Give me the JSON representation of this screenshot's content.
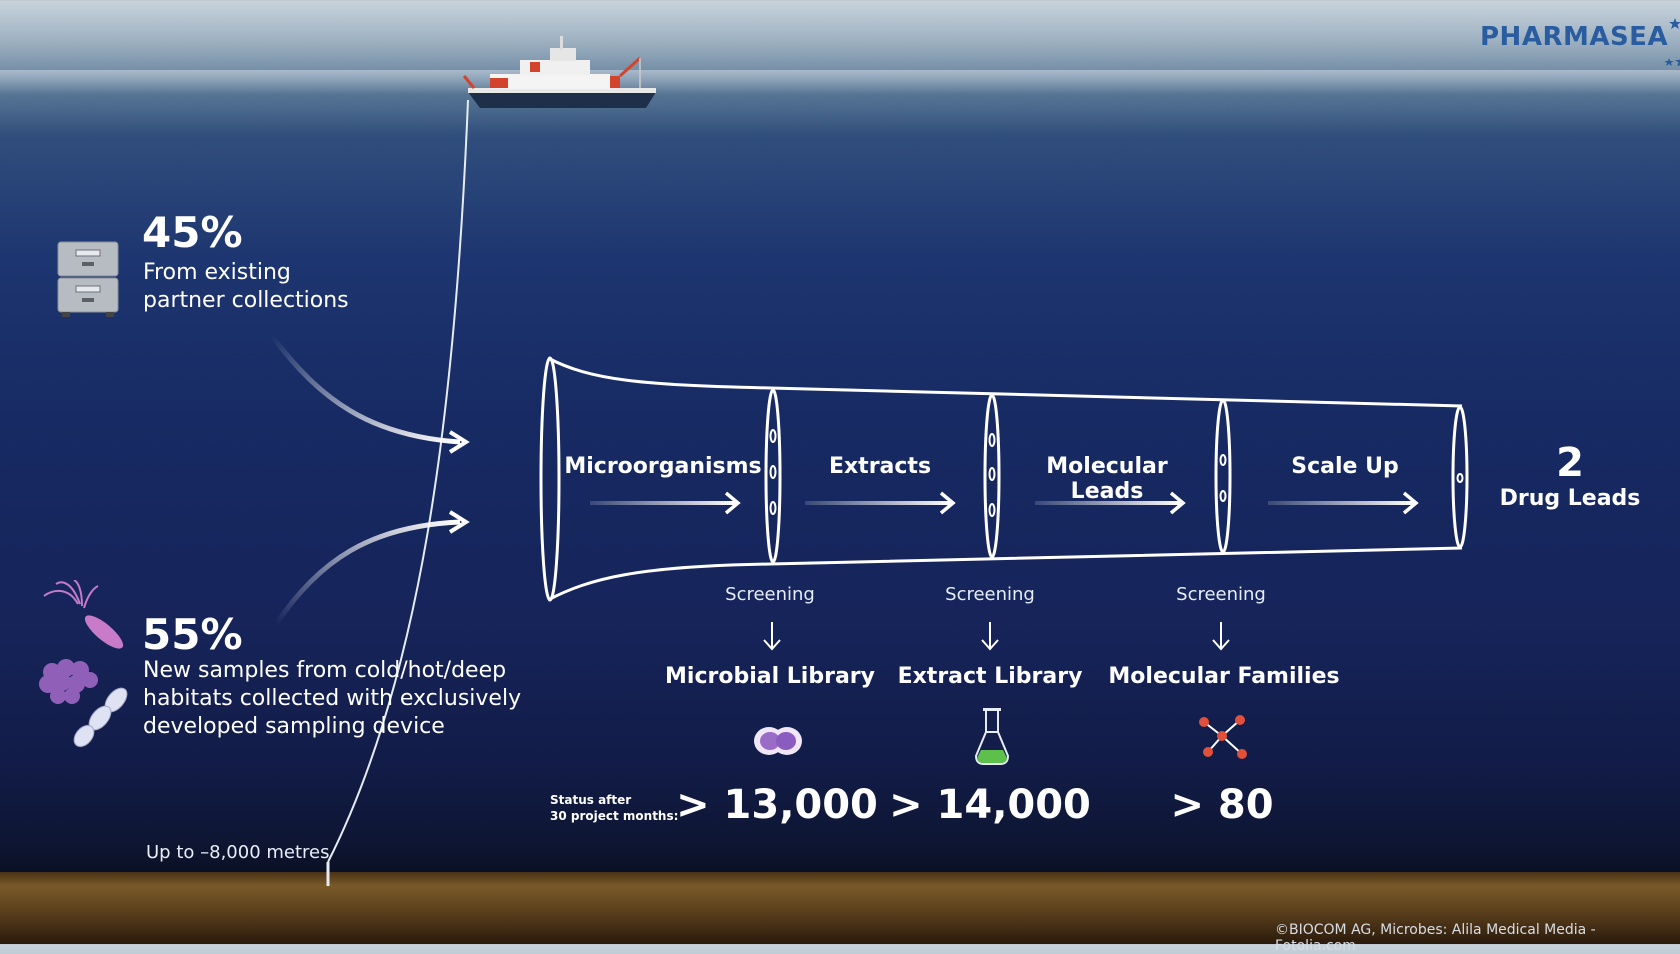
{
  "logo": {
    "text": "PHARMASEA"
  },
  "sources": [
    {
      "percent": "45%",
      "line1": "From existing",
      "line2": "partner collections",
      "icon": "file-cabinet-icon"
    },
    {
      "percent": "55%",
      "line1": "New samples from cold/hot/deep",
      "line2": "habitats collected with exclusively",
      "line3": "developed sampling device",
      "icon": "microbes-icon"
    }
  ],
  "depth_label": "Up to –8,000 metres",
  "stages": [
    "Microorganisms",
    "Extracts",
    "Molecular Leads",
    "Scale Up"
  ],
  "screenings": [
    "Screening",
    "Screening",
    "Screening"
  ],
  "libraries": [
    {
      "label": "Microbial Library",
      "count": "> 13,000",
      "icon": "microbe-cell-icon"
    },
    {
      "label": "Extract Library",
      "count": "> 14,000",
      "icon": "flask-icon"
    },
    {
      "label": "Molecular Families",
      "count": "> 80",
      "icon": "molecule-icon"
    }
  ],
  "result": {
    "number": "2",
    "label": "Drug Leads"
  },
  "status": {
    "line1": "Status after",
    "line2": "30 project months:"
  },
  "credit": "©BIOCOM AG, Microbes: Alila Medical Media - Fotolia.com",
  "colors": {
    "logo": "#2a5da0",
    "molecule": "#e0503a",
    "flask": "#4caf50"
  }
}
